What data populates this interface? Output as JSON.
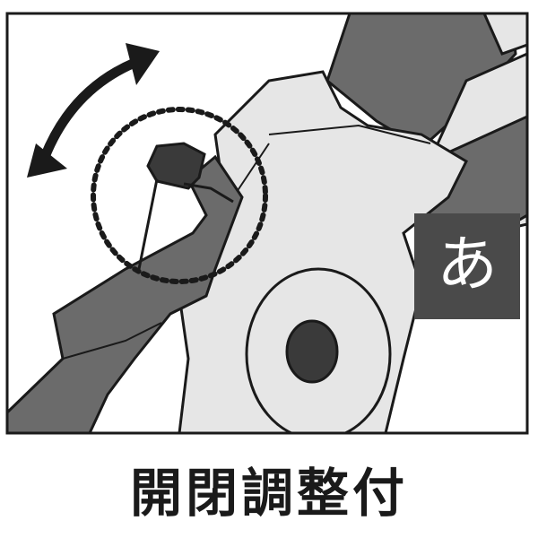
{
  "caption": "開閉調整付",
  "badge": {
    "char": "あ"
  },
  "colors": {
    "outline": "#1a1a1a",
    "light_gray": "#e6e6e6",
    "mid_gray": "#6b6b6b",
    "dark_gray": "#3a3a3a",
    "badge_bg": "#4a4a4a",
    "badge_fg": "#ffffff"
  },
  "icons": [
    "double-arrow-icon",
    "dotted-circle-highlight"
  ]
}
